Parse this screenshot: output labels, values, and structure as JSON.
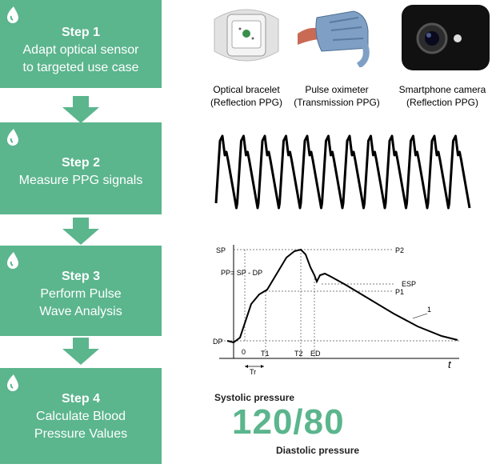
{
  "steps": [
    {
      "title": "Step 1",
      "text_lines": [
        "Adapt optical sensor",
        "to targeted use case"
      ]
    },
    {
      "title": "Step 2",
      "text_lines": [
        "Measure PPG signals"
      ]
    },
    {
      "title": "Step 3",
      "text_lines": [
        "Perform Pulse",
        "Wave Analysis"
      ]
    },
    {
      "title": "Step 4",
      "text_lines": [
        "Calculate Blood",
        "Pressure Values"
      ]
    }
  ],
  "devices": [
    {
      "name": "Optical bracelet",
      "type": "(Reflection PPG)"
    },
    {
      "name": "Pulse oximeter",
      "type": "(Transmission PPG)"
    },
    {
      "name": "Smartphone camera",
      "type": "(Reflection PPG)"
    }
  ],
  "pulse_wave": {
    "labels": {
      "sp": "SP",
      "dp": "DP",
      "pp": "PP= SP - DP",
      "p1": "P1",
      "p2": "P2",
      "esp": "ESP",
      "curve": "1",
      "t0": "0",
      "t1": "T1",
      "t2": "T2",
      "ed": "ED",
      "tr": "Tr",
      "t": "t"
    }
  },
  "blood_pressure": {
    "systolic_label": "Systolic pressure",
    "value": "120/80",
    "diastolic_label": "Diastolic pressure"
  },
  "colors": {
    "accent": "#5bb58d"
  }
}
